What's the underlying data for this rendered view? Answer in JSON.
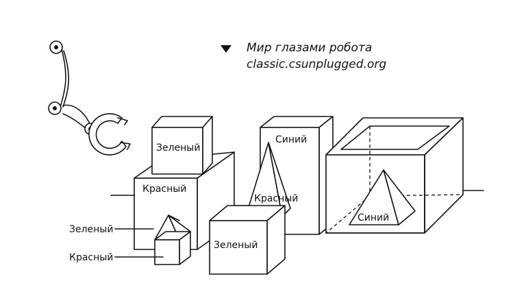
{
  "caption": {
    "marker_icon": "triangle-down-icon",
    "title": "Мир глазами робота",
    "source": "classic.csunplugged.org"
  },
  "labels": {
    "green_top_cube": "Зеленый",
    "red_big_cube": "Красный",
    "blue_tall_box": "Синий",
    "red_cone": "Красный",
    "blue_pyramid": "Синий",
    "green_front_cube": "Зеленый",
    "green_small_pyramid": "Зеленый",
    "red_small_cube": "Красный"
  }
}
